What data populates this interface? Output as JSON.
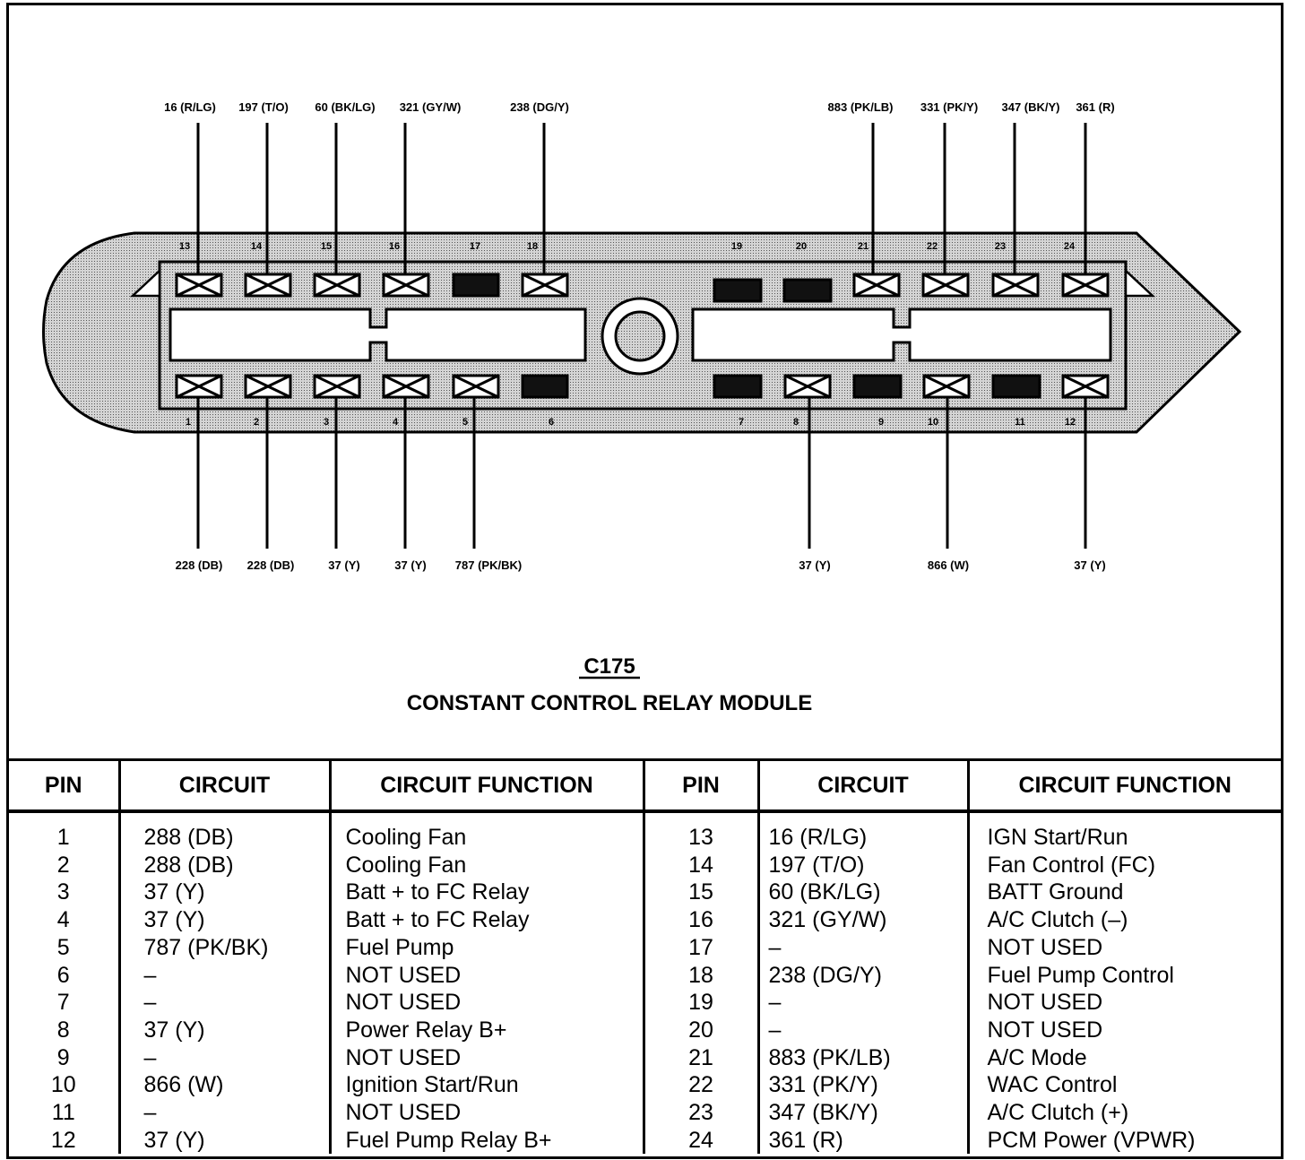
{
  "connector": {
    "code": "C175",
    "name": "CONSTANT CONTROL RELAY MODULE",
    "top_pin_numbers": [
      "13",
      "14",
      "15",
      "16",
      "17",
      "18",
      "19",
      "20",
      "21",
      "22",
      "23",
      "24"
    ],
    "bottom_pin_numbers": [
      "1",
      "2",
      "3",
      "4",
      "5",
      "6",
      "7",
      "8",
      "9",
      "10",
      "11",
      "12"
    ],
    "top_wire_labels": [
      "16 (R/LG)",
      "197 (T/O)",
      "60 (BK/LG)",
      "321 (GY/W)",
      "238 (DG/Y)",
      "883 (PK/LB)",
      "331 (PK/Y)",
      "347 (BK/Y)",
      "361 (R)"
    ],
    "bottom_wire_labels": [
      "228 (DB)",
      "228 (DB)",
      "37 (Y)",
      "37 (Y)",
      "787 (PK/BK)",
      "37 (Y)",
      "866 (W)",
      "37 (Y)"
    ],
    "colors": {
      "shell": "#c9c9c9",
      "ink": "#000000"
    }
  },
  "table": {
    "headers": [
      "PIN",
      "CIRCUIT",
      "CIRCUIT FUNCTION",
      "PIN",
      "CIRCUIT",
      "CIRCUIT FUNCTION"
    ],
    "left_rows": [
      {
        "pin": "1",
        "circuit": "288 (DB)",
        "function": "Cooling Fan"
      },
      {
        "pin": "2",
        "circuit": "288 (DB)",
        "function": "Cooling Fan"
      },
      {
        "pin": "3",
        "circuit": "37 (Y)",
        "function": "Batt + to FC Relay"
      },
      {
        "pin": "4",
        "circuit": "37 (Y)",
        "function": "Batt + to FC Relay"
      },
      {
        "pin": "5",
        "circuit": "787 (PK/BK)",
        "function": "Fuel Pump"
      },
      {
        "pin": "6",
        "circuit": "–",
        "function": "NOT USED"
      },
      {
        "pin": "7",
        "circuit": "–",
        "function": "NOT USED"
      },
      {
        "pin": "8",
        "circuit": "37 (Y)",
        "function": "Power Relay B+"
      },
      {
        "pin": "9",
        "circuit": "–",
        "function": "NOT USED"
      },
      {
        "pin": "10",
        "circuit": "866 (W)",
        "function": "Ignition Start/Run"
      },
      {
        "pin": "11",
        "circuit": "–",
        "function": "NOT USED"
      },
      {
        "pin": "12",
        "circuit": "37 (Y)",
        "function": "Fuel Pump Relay B+"
      }
    ],
    "right_rows": [
      {
        "pin": "13",
        "circuit": "16 (R/LG)",
        "function": "IGN Start/Run"
      },
      {
        "pin": "14",
        "circuit": "197 (T/O)",
        "function": "Fan Control (FC)"
      },
      {
        "pin": "15",
        "circuit": "60 (BK/LG)",
        "function": "BATT Ground"
      },
      {
        "pin": "16",
        "circuit": "321 (GY/W)",
        "function": "A/C Clutch (–)"
      },
      {
        "pin": "17",
        "circuit": "–",
        "function": "NOT USED"
      },
      {
        "pin": "18",
        "circuit": "238 (DG/Y)",
        "function": "Fuel Pump Control"
      },
      {
        "pin": "19",
        "circuit": "–",
        "function": "NOT USED"
      },
      {
        "pin": "20",
        "circuit": "–",
        "function": "NOT USED"
      },
      {
        "pin": "21",
        "circuit": "883 (PK/LB)",
        "function": "A/C Mode"
      },
      {
        "pin": "22",
        "circuit": "331 (PK/Y)",
        "function": "WAC Control"
      },
      {
        "pin": "23",
        "circuit": "347 (BK/Y)",
        "function": "A/C Clutch (+)"
      },
      {
        "pin": "24",
        "circuit": "361 (R)",
        "function": "PCM Power (VPWR)"
      }
    ]
  }
}
